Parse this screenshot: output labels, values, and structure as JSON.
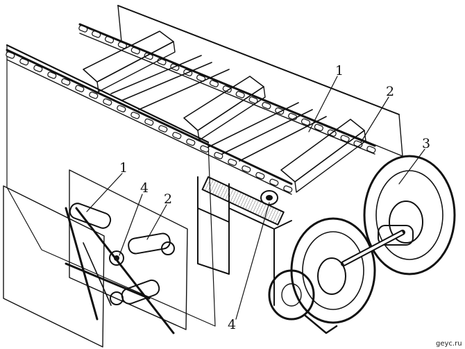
{
  "labels": {
    "main_1": "1",
    "main_2": "2",
    "main_3": "3",
    "main_4": "4",
    "inset_1": "1",
    "inset_4": "4",
    "inset_2": "2"
  },
  "watermark": "geyc.ru",
  "colors": {
    "ink": "#111111",
    "paper": "#ffffff"
  }
}
